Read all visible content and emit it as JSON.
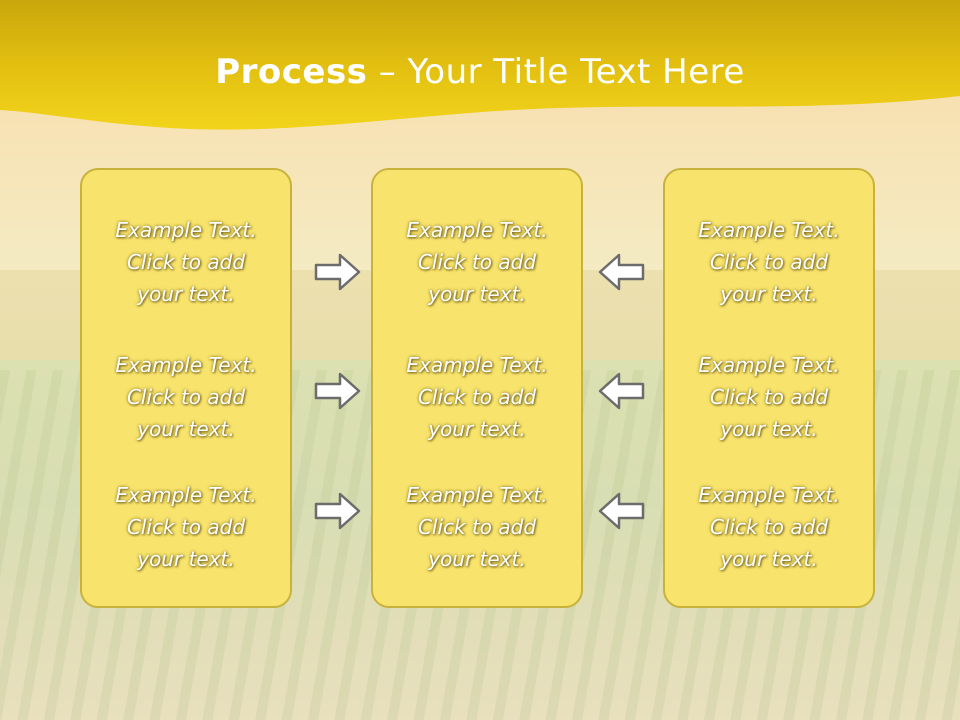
{
  "slide": {
    "title_bold": "Process",
    "title_rest": " – Your Title Text Here"
  },
  "columns": [
    {
      "items": [
        {
          "line1": "Example Text.",
          "line2": "Click  to add",
          "line3": "your text."
        },
        {
          "line1": "Example Text.",
          "line2": "Click  to add",
          "line3": "your text."
        },
        {
          "line1": "Example Text.",
          "line2": "Click  to add",
          "line3": "your text."
        }
      ]
    },
    {
      "items": [
        {
          "line1": "Example Text.",
          "line2": "Click  to add",
          "line3": "your text."
        },
        {
          "line1": "Example Text.",
          "line2": "Click  to add",
          "line3": "your text."
        },
        {
          "line1": "Example Text.",
          "line2": "Click  to add",
          "line3": "your text."
        }
      ]
    },
    {
      "items": [
        {
          "line1": "Example Text.",
          "line2": "Click  to add",
          "line3": "your text."
        },
        {
          "line1": "Example Text.",
          "line2": "Click  to add",
          "line3": "your text."
        },
        {
          "line1": "Example Text.",
          "line2": "Click  to add",
          "line3": "your text."
        }
      ]
    }
  ],
  "arrows": {
    "left_group": "arrow-right-icon",
    "right_group": "arrow-left-icon"
  },
  "colors": {
    "header": "#f0d21e",
    "card_fill": "#f8e46c",
    "card_border": "#c8b23c",
    "text": "#ffffff"
  }
}
